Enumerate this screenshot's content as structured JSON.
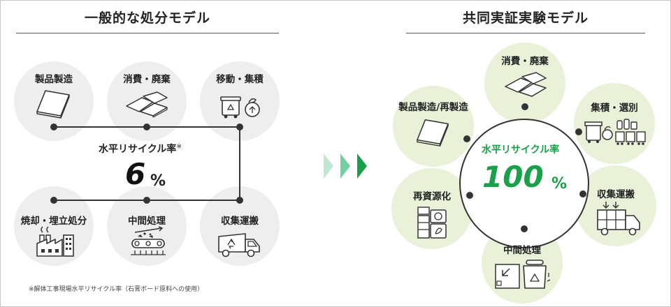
{
  "left": {
    "title": "一般的な処分モデル",
    "stages": {
      "manufacturing": "製品製造",
      "consumption": "消費・廃棄",
      "moving": "移動・集積",
      "incineration": "焼却・埋立処分",
      "intermediate": "中間処理",
      "transport": "収集運搬"
    },
    "rate_label": "水平リサイクル率",
    "rate_mark": "※",
    "rate_value": "6",
    "rate_unit": "%",
    "note": "※解体工事現場水平リサイクル率（石膏ボード原料への使用）"
  },
  "right": {
    "title": "共同実証実験モデル",
    "stages": {
      "consumption": "消費・廃棄",
      "collection": "集積・選別",
      "transport": "収集運搬",
      "intermediate": "中間処理",
      "regeneration": "再資源化",
      "manufacturing": "製品製造/再製造"
    },
    "rate_label": "水平リサイクル率",
    "rate_value": "100",
    "rate_unit": "%"
  },
  "colors": {
    "accent_green": "#1aa04a",
    "arrow_light": "#bfe8d2",
    "arrow_mid": "#72cfa0",
    "arrow_dark": "#1aa04a",
    "grey_circle": "#eeeeef",
    "green_circle": "#e9f1d9",
    "line": "#333333"
  }
}
